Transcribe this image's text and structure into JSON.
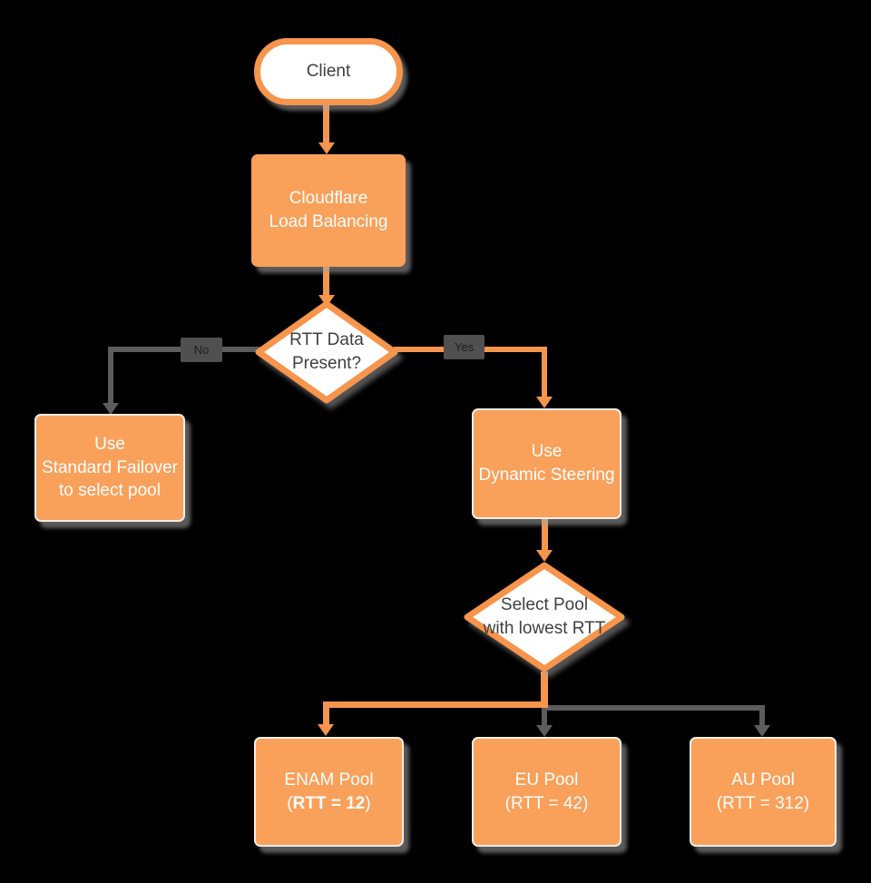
{
  "colors": {
    "background": "#000000",
    "node_fill_orange": "#F9A05A",
    "stroke_orange": "#F7954C",
    "connector_gray": "#5C5C5C",
    "edge_label_bg": "#505050",
    "node_text_light": "#FFFFFF",
    "node_text_dark": "#3F3F3F"
  },
  "nodes": {
    "client": {
      "label": "Client"
    },
    "cloudflare": {
      "line1": "Cloudflare",
      "line2": "Load Balancing"
    },
    "rtt_decision": {
      "line1": "RTT Data",
      "line2": "Present?"
    },
    "standard_failover": {
      "line1": "Use",
      "line2": "Standard Failover",
      "line3": "to select pool"
    },
    "dynamic_steering": {
      "line1": "Use",
      "line2": "Dynamic Steering"
    },
    "select_pool": {
      "line1": "Select Pool",
      "line2": "with lowest RTT"
    },
    "enam_pool": {
      "line1": "ENAM Pool",
      "paren_open": "(",
      "rtt_bold": "RTT = 12",
      "paren_close": ")"
    },
    "eu_pool": {
      "line1": "EU Pool",
      "line2": "(RTT = 42)"
    },
    "au_pool": {
      "line1": "AU Pool",
      "line2": "(RTT = 312)"
    }
  },
  "edges": {
    "no_label": "No",
    "yes_label": "Yes"
  }
}
